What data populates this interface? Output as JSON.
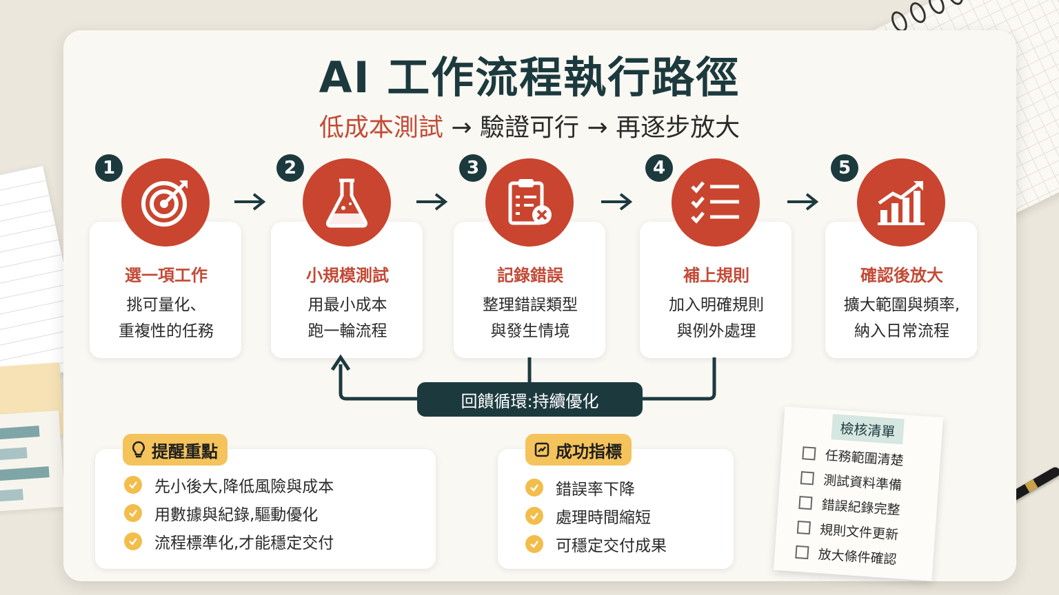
{
  "title": "AI 工作流程執行路徑",
  "subtitle": {
    "highlight": "低成本測試",
    "arrow1": " → ",
    "mid": "驗證可行",
    "arrow2": " → ",
    "end": "再逐步放大"
  },
  "steps": [
    {
      "num": "1",
      "icon": "target-icon",
      "title": "選一項工作",
      "line1": "挑可量化、",
      "line2": "重複性的任務"
    },
    {
      "num": "2",
      "icon": "flask-icon",
      "title": "小規模測試",
      "line1": "用最小成本",
      "line2": "跑一輪流程"
    },
    {
      "num": "3",
      "icon": "clipboard-error-icon",
      "title": "記錄錯誤",
      "line1": "整理錯誤類型",
      "line2": "與發生情境"
    },
    {
      "num": "4",
      "icon": "checklist-icon",
      "title": "補上規則",
      "line1": "加入明確規則",
      "line2": "與例外處理"
    },
    {
      "num": "5",
      "icon": "growth-chart-icon",
      "title": "確認後放大",
      "line1": "擴大範圍與頻率,",
      "line2": "納入日常流程"
    }
  ],
  "feedback": "回饋循環:持續優化",
  "reminder": {
    "label": "提醒重點",
    "items": [
      "先小後大,降低風險與成本",
      "用數據與紀錄,驅動優化",
      "流程標準化,才能穩定交付"
    ]
  },
  "metrics": {
    "label": "成功指標",
    "items": [
      "錯誤率下降",
      "處理時間縮短",
      "可穩定交付成果"
    ]
  },
  "checklist": {
    "title": "檢核清單",
    "items": [
      "任務範圍清楚",
      "測試資料準備",
      "錯誤紀錄完整",
      "規則文件更新",
      "放大條件確認"
    ]
  },
  "colors": {
    "primary_dark": "#1c3a3e",
    "accent_red": "#c9452f",
    "accent_yellow": "#f4c35c"
  }
}
